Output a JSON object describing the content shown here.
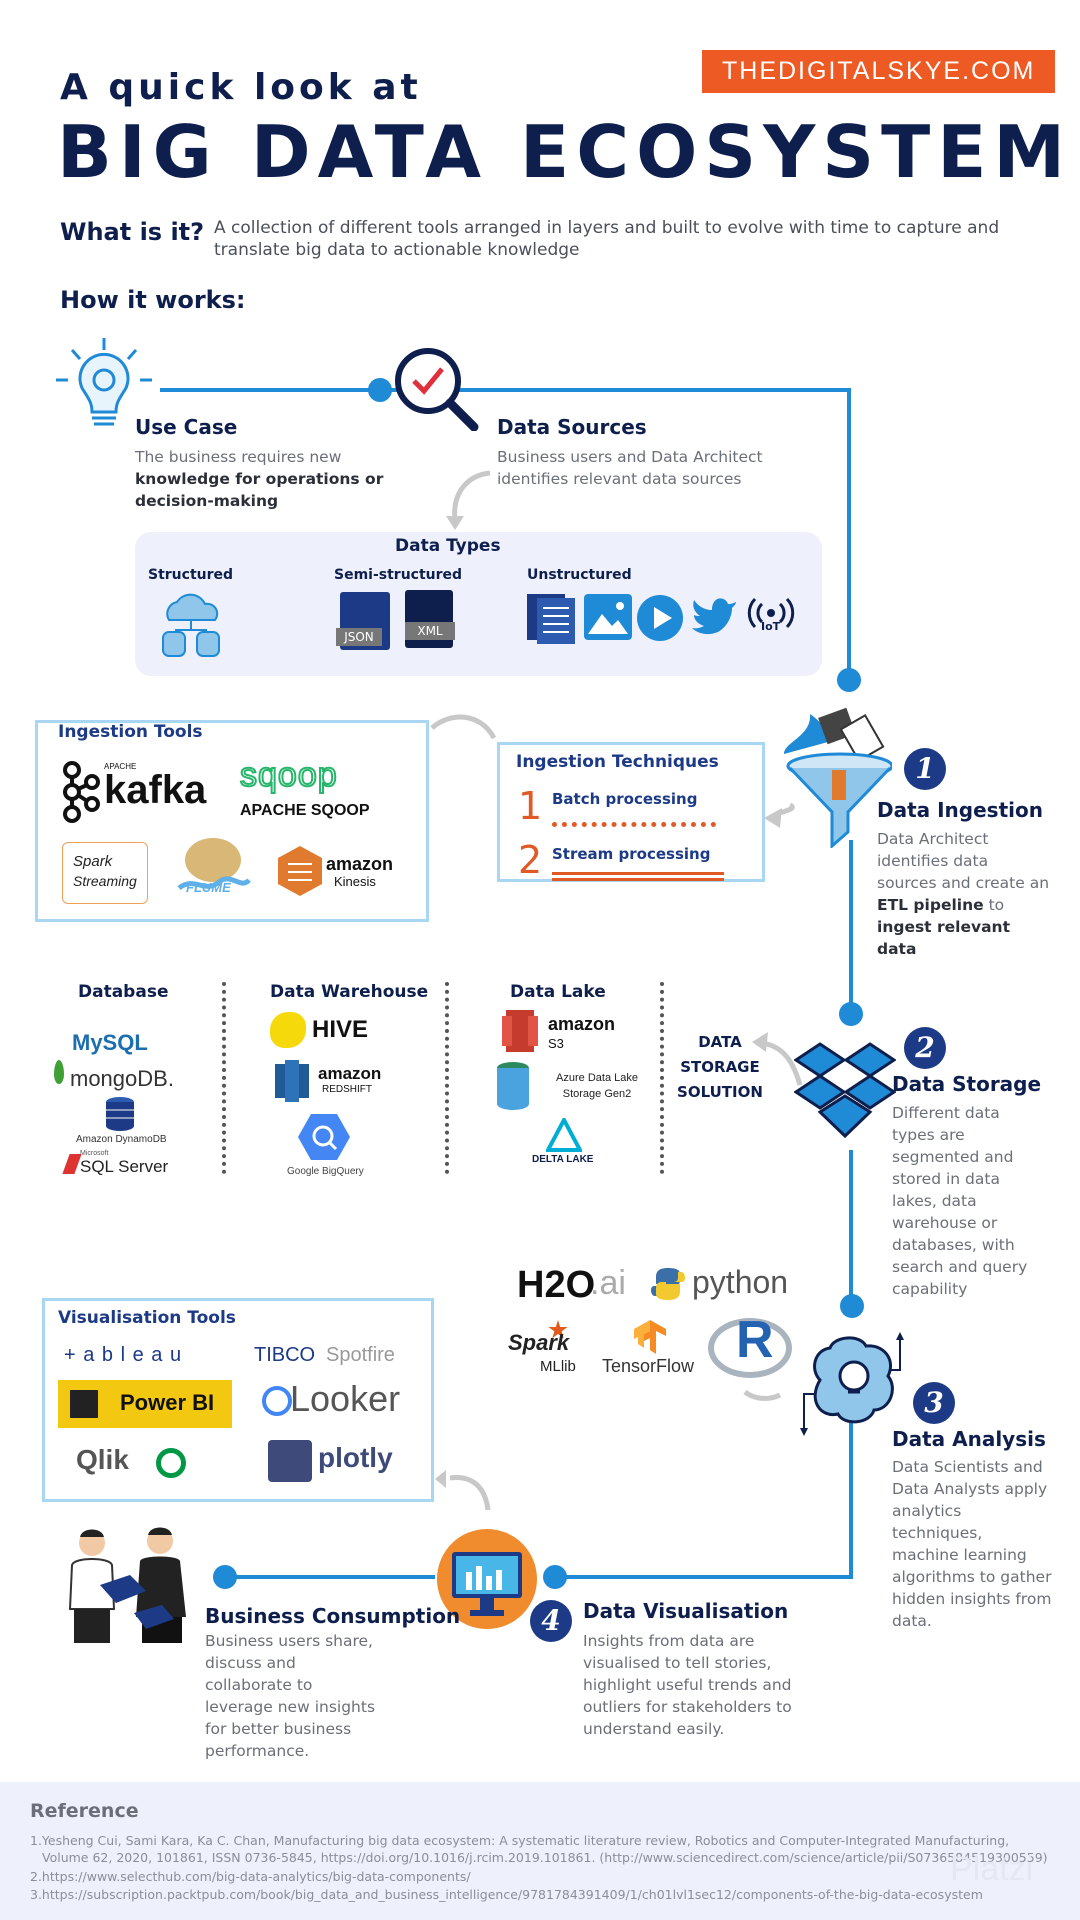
{
  "brand": "THEDIGITALSKYE.COM",
  "header": {
    "subtitle": "A quick look at",
    "title": "BIG DATA ECOSYSTEM"
  },
  "what": {
    "label": "What is it?",
    "text": "A collection of different tools arranged in layers and built to evolve with time to capture and translate big data to actionable knowledge"
  },
  "how": {
    "label": "How it works:"
  },
  "use_case": {
    "title": "Use Case",
    "text_plain": "The business requires new",
    "text_bold": "knowledge for operations or decision-making"
  },
  "data_sources": {
    "title": "Data Sources",
    "text": "Business users and Data Architect identifies relevant data sources"
  },
  "data_types": {
    "title": "Data Types",
    "structured": "Structured",
    "semi": "Semi-structured",
    "unstructured": "Unstructured",
    "json": "JSON",
    "xml": "XML",
    "iot": "IoT"
  },
  "ingestion_tools": {
    "title": "Ingestion Tools",
    "kafka_small": "APACHE",
    "kafka": "kafka",
    "sqoop_logo": "sqoop",
    "sqoop": "APACHE SQOOP",
    "spark": "Spark",
    "streaming": "Streaming",
    "flume": "FLUME",
    "amazon": "amazon",
    "kinesis": "Kinesis"
  },
  "ingestion_techniques": {
    "title": "Ingestion Techniques",
    "n1": "1",
    "t1": "Batch processing",
    "n2": "2",
    "t2": "Stream processing"
  },
  "step1": {
    "num": "1",
    "title": "Data Ingestion",
    "t1": "Data Architect identifies data sources and create an",
    "b1": "ETL pipeline",
    "t2": "to",
    "b2": "ingest relevant data"
  },
  "storage": {
    "database": {
      "title": "Database",
      "mysql": "MySQL",
      "mongodb": "mongoDB.",
      "dynamo": "Amazon DynamoDB",
      "sqlserver_small": "Microsoft",
      "sqlserver": "SQL Server"
    },
    "warehouse": {
      "title": "Data Warehouse",
      "hive": "HIVE",
      "amazon": "amazon",
      "redshift": "REDSHIFT",
      "bigquery": "Google BigQuery"
    },
    "lake": {
      "title": "Data Lake",
      "amazon": "amazon",
      "s3": "S3",
      "azure": "Azure Data Lake Storage Gen2",
      "delta": "DELTA LAKE"
    },
    "solution": "DATA STORAGE SOLUTION"
  },
  "step2": {
    "num": "2",
    "title": "Data Storage",
    "text": "Different data types are segmented and stored in data lakes, data warehouse or databases, with search and query capability"
  },
  "analysis_tools": {
    "h2o": "H2O",
    "ai": ".ai",
    "python": "python",
    "spark": "Spark",
    "mllib": "MLlib",
    "tensorflow": "TensorFlow",
    "r": "R"
  },
  "step3": {
    "num": "3",
    "title": "Data Analysis",
    "text": "Data Scientists and Data Analysts apply analytics techniques, machine learning algorithms to gather hidden insights from data."
  },
  "vis_tools": {
    "title": "Visualisation Tools",
    "tableau": "+ a b l e a u",
    "tibco": "TIBCO",
    "spotfire": "Spotfire",
    "powerbi": "Power BI",
    "looker": "Looker",
    "qlik": "Qlik",
    "plotly": "plotly"
  },
  "step4": {
    "num": "4",
    "title": "Data Visualisation",
    "text": "Insights from data are visualised to tell stories, highlight useful trends and outliers for stakeholders to understand easily."
  },
  "business": {
    "title": "Business Consumption",
    "text": "Business users share, discuss and collaborate to leverage new insights for better business performance."
  },
  "reference": {
    "title": "Reference",
    "items": [
      "1.Yesheng Cui, Sami Kara, Ka C. Chan, Manufacturing big data ecosystem: A systematic literature review, Robotics and Computer-Integrated Manufacturing, Volume 62, 2020, 101861, ISSN 0736-5845, https://doi.org/10.1016/j.rcim.2019.101861. (http://www.sciencedirect.com/science/article/pii/S0736584519300559)",
      "2.https://www.selecthub.com/big-data-analytics/big-data-components/",
      "3.https://subscription.packtpub.com/book/big_data_and_business_intelligence/9781784391409/1/ch01lvl1sec12/components-of-the-big-data-ecosystem"
    ],
    "watermark": "Platzi"
  },
  "colors": {
    "brand": "#ee5a24",
    "navy": "#0e1f4d",
    "line": "#1f8ad6",
    "box_border": "#a9d6f2",
    "accent_orange": "#e05a26"
  }
}
